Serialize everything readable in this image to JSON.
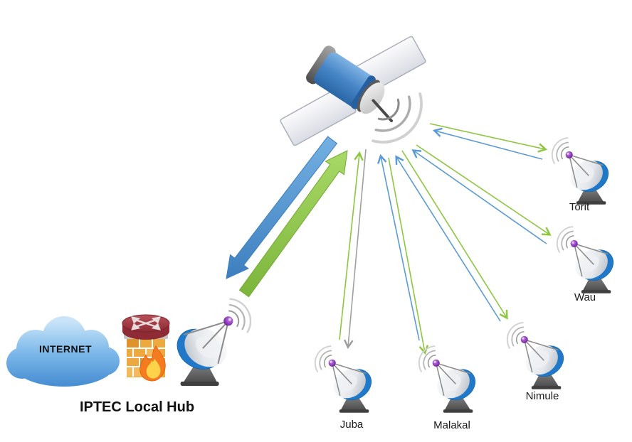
{
  "diagram": {
    "type": "vsat-satellite-network",
    "hub": {
      "label": "IPTEC Local Hub",
      "internet_label": "INTERNET"
    },
    "satellite": {
      "name": "communications-satellite"
    },
    "sites": [
      {
        "name": "Torit"
      },
      {
        "name": "Wau"
      },
      {
        "name": "Nimule"
      },
      {
        "name": "Malakal"
      },
      {
        "name": "Juba"
      }
    ],
    "links": [
      {
        "from": "IPTEC Local Hub",
        "to": "Satellite",
        "style": "thick",
        "color": "#8DC63F"
      },
      {
        "from": "Satellite",
        "to": "IPTEC Local Hub",
        "style": "thick",
        "color": "#4E97D7"
      },
      {
        "from": "Satellite",
        "to": "Torit",
        "style": "thin",
        "color": "#8DC63F"
      },
      {
        "from": "Torit",
        "to": "Satellite",
        "style": "thin",
        "color": "#5B9BD5"
      },
      {
        "from": "Satellite",
        "to": "Wau",
        "style": "thin",
        "color": "#8DC63F"
      },
      {
        "from": "Wau",
        "to": "Satellite",
        "style": "thin",
        "color": "#5B9BD5"
      },
      {
        "from": "Satellite",
        "to": "Nimule",
        "style": "thin",
        "color": "#8DC63F"
      },
      {
        "from": "Nimule",
        "to": "Satellite",
        "style": "thin",
        "color": "#5B9BD5"
      },
      {
        "from": "Satellite",
        "to": "Malakal",
        "style": "thin",
        "color": "#8DC63F"
      },
      {
        "from": "Malakal",
        "to": "Satellite",
        "style": "thin",
        "color": "#5B9BD5"
      },
      {
        "from": "Satellite",
        "to": "Juba",
        "style": "thin",
        "color": "#A0A0A0"
      },
      {
        "from": "Juba",
        "to": "Satellite",
        "style": "thin",
        "color": "#8DC63F"
      }
    ],
    "colors": {
      "forward_green": "#8DC63F",
      "return_blue": "#5B9BD5",
      "gray_link": "#A0A0A0",
      "dish_rim_blue": "#1F78C8",
      "feed_purple": "#7B2FA8",
      "cloud_blue": "#4E97D7",
      "router_red": "#9C2F38",
      "brick_orange": "#EDA93F"
    }
  }
}
